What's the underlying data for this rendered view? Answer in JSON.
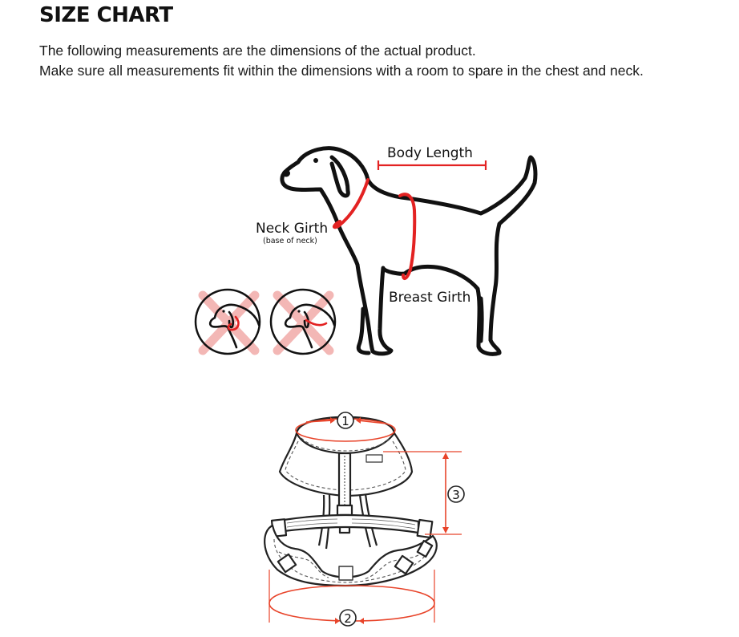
{
  "header": {
    "title": "SIZE CHART",
    "line1": "The following measurements are the dimensions of the actual product.",
    "line2": "Make sure all measurements fit within the dimensions with a room to spare in the chest and neck."
  },
  "dog_diagram": {
    "body_length": "Body Length",
    "neck_girth": "Neck Girth",
    "neck_girth_note": "(base of neck)",
    "breast_girth": "Breast Girth"
  },
  "harness_diagram": {
    "marker_1": "1",
    "marker_2": "2",
    "marker_3": "3"
  },
  "colors": {
    "accent_red": "#e32222",
    "marker_orange": "#e8442a",
    "cross_pink": "#f3b7b5",
    "outline": "#111111"
  }
}
